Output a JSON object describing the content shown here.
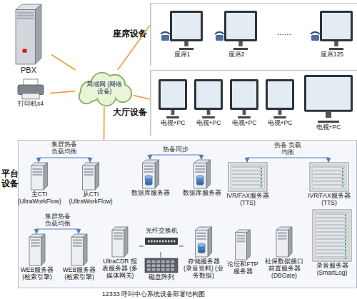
{
  "diagram": {
    "caption": "12333 呼叫中心系统设备部署结构图",
    "nodes": [
      {
        "text": [
          "PBX"
        ]
      },
      {
        "text": [
          "打印机x4"
        ]
      },
      {
        "text": [
          "局域网 (网络设备)"
        ]
      },
      {
        "text": [
          "座席设备"
        ]
      },
      {
        "text": [
          "座席1"
        ],
        "in": 3
      },
      {
        "text": [
          "座席2"
        ],
        "in": 3
      },
      {
        "text": [
          "座席125"
        ],
        "in": 3
      },
      {
        "text": [
          "大厅设备"
        ]
      },
      {
        "text": [
          "电视+PC"
        ],
        "in": 7
      },
      {
        "text": [
          "电视+PC"
        ],
        "in": 7
      },
      {
        "text": [
          "电视+PC"
        ],
        "in": 7
      },
      {
        "text": [
          "电视+PC"
        ],
        "in": 7
      },
      {
        "text": [
          "电视+PC"
        ],
        "in": 7
      },
      {
        "text": [
          "平台设备"
        ]
      },
      {
        "text": [
          "主CTI (UltraWorkFlow)"
        ],
        "in": 13
      },
      {
        "text": [
          "从CTI (UltraWorkFlow)"
        ],
        "in": 13
      },
      {
        "text": [
          "数据库服务器"
        ],
        "in": 13
      },
      {
        "text": [
          "数据库服务器"
        ],
        "in": 13
      },
      {
        "text": [
          "IVR/FAX服务器 (TTS)"
        ],
        "in": 13
      },
      {
        "text": [
          "IVR/FAX服务器 (TTS)"
        ],
        "in": 13
      },
      {
        "text": [
          "WEB服务器 (检索引擎)"
        ],
        "in": 13
      },
      {
        "text": [
          "WEB服务器 (检索引擎)"
        ],
        "in": 13
      },
      {
        "text": [
          "UltraCDR 报表服务器 (多媒体网关)"
        ],
        "in": 13
      },
      {
        "text": [
          "光纤交换机"
        ],
        "in": 13
      },
      {
        "text": [
          "磁盘阵列"
        ],
        "in": 13
      },
      {
        "text": [
          "存储服务器 (录音资料) (业务数据)"
        ],
        "in": 13
      },
      {
        "text": [
          "论坛和FTP 服务器"
        ],
        "in": 13
      },
      {
        "text": [
          "社保数据接口 前置服务器 (DBGate)"
        ],
        "in": 13
      },
      {
        "text": [
          "录音服务器 (SmartLog)"
        ],
        "in": 13
      }
    ],
    "edges": [
      {
        "from": 0,
        "to": 2,
        "arrow": "none"
      },
      {
        "from": 1,
        "to": 2,
        "arrow": "none"
      },
      {
        "from": 2,
        "to": 3,
        "arrow": "none"
      },
      {
        "from": 2,
        "to": 7,
        "arrow": "none"
      },
      {
        "from": 2,
        "to": 13,
        "arrow": "none"
      },
      {
        "from": 14,
        "to": 15,
        "label": "集群热备 负载均衡",
        "arrow": "both"
      },
      {
        "from": 16,
        "to": 17,
        "label": "热备同步",
        "arrow": "both"
      },
      {
        "from": 18,
        "to": 19,
        "label": "热备 负载均衡",
        "arrow": "both"
      },
      {
        "from": 20,
        "to": 21,
        "label": "集群热备 负载均衡",
        "arrow": "both"
      },
      {
        "from": 23,
        "to": 22,
        "arrow": "none"
      },
      {
        "from": 23,
        "to": 24,
        "arrow": "none"
      },
      {
        "from": 23,
        "to": 25,
        "arrow": "none"
      }
    ],
    "labels": [
      "......"
    ]
  }
}
